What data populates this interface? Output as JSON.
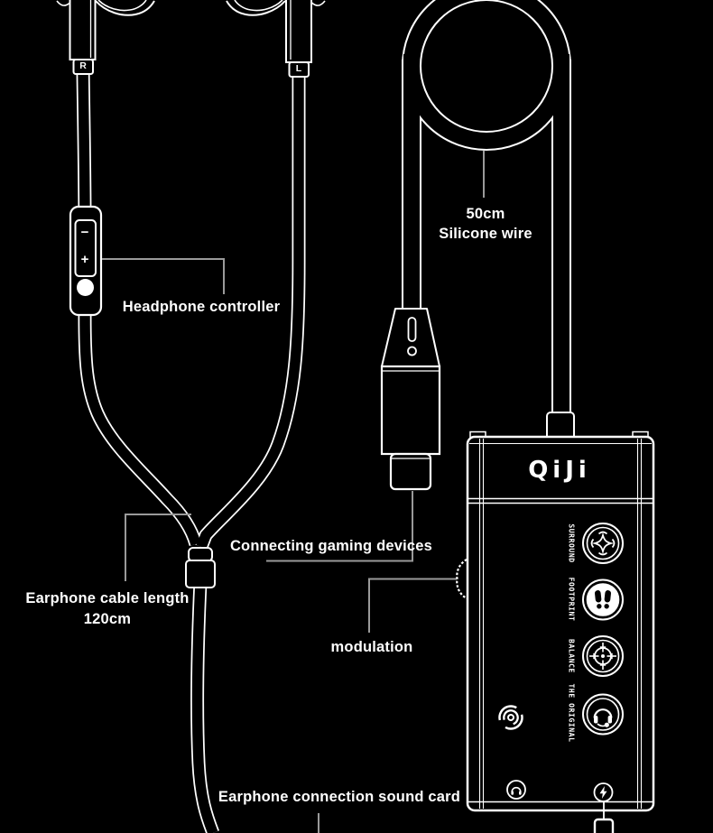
{
  "page": {
    "background_color": "#000000",
    "line_color": "#ffffff",
    "leader_line_color": "#9a9a9a"
  },
  "earbuds": {
    "right_channel_label": "R",
    "left_channel_label": "L"
  },
  "inline_controller": {
    "volume_down_label": "−",
    "volume_up_label": "+",
    "mic_button_icon": "mic-button"
  },
  "annotations": {
    "headphone_controller": "Headphone controller",
    "silicone_wire": {
      "line1": "50cm",
      "line2": "Silicone wire"
    },
    "connecting_gaming_devices": "Connecting gaming devices",
    "earphone_cable_length": {
      "line1": "Earphone cable length",
      "line2": "120cm"
    },
    "modulation": "modulation",
    "earphone_connection_sound_card": "Earphone connection sound card"
  },
  "sound_card": {
    "brand": "QiJi",
    "modes": [
      {
        "label": "SURROUND",
        "icon": "surround-burst-icon"
      },
      {
        "label": "FOOTPRINT",
        "icon": "footprints-icon"
      },
      {
        "label": "BALANCE",
        "icon": "crosshair-icon"
      },
      {
        "label": "THE ORIGINAL",
        "icon": "headset-icon"
      }
    ],
    "controls": {
      "modulation_wheel_icon": "modulation-wheel"
    },
    "bottom_ports": [
      {
        "icon": "headphone-jack-icon"
      },
      {
        "icon": "lightning-icon"
      }
    ],
    "logo_mark_icon": "swirl-logo"
  }
}
